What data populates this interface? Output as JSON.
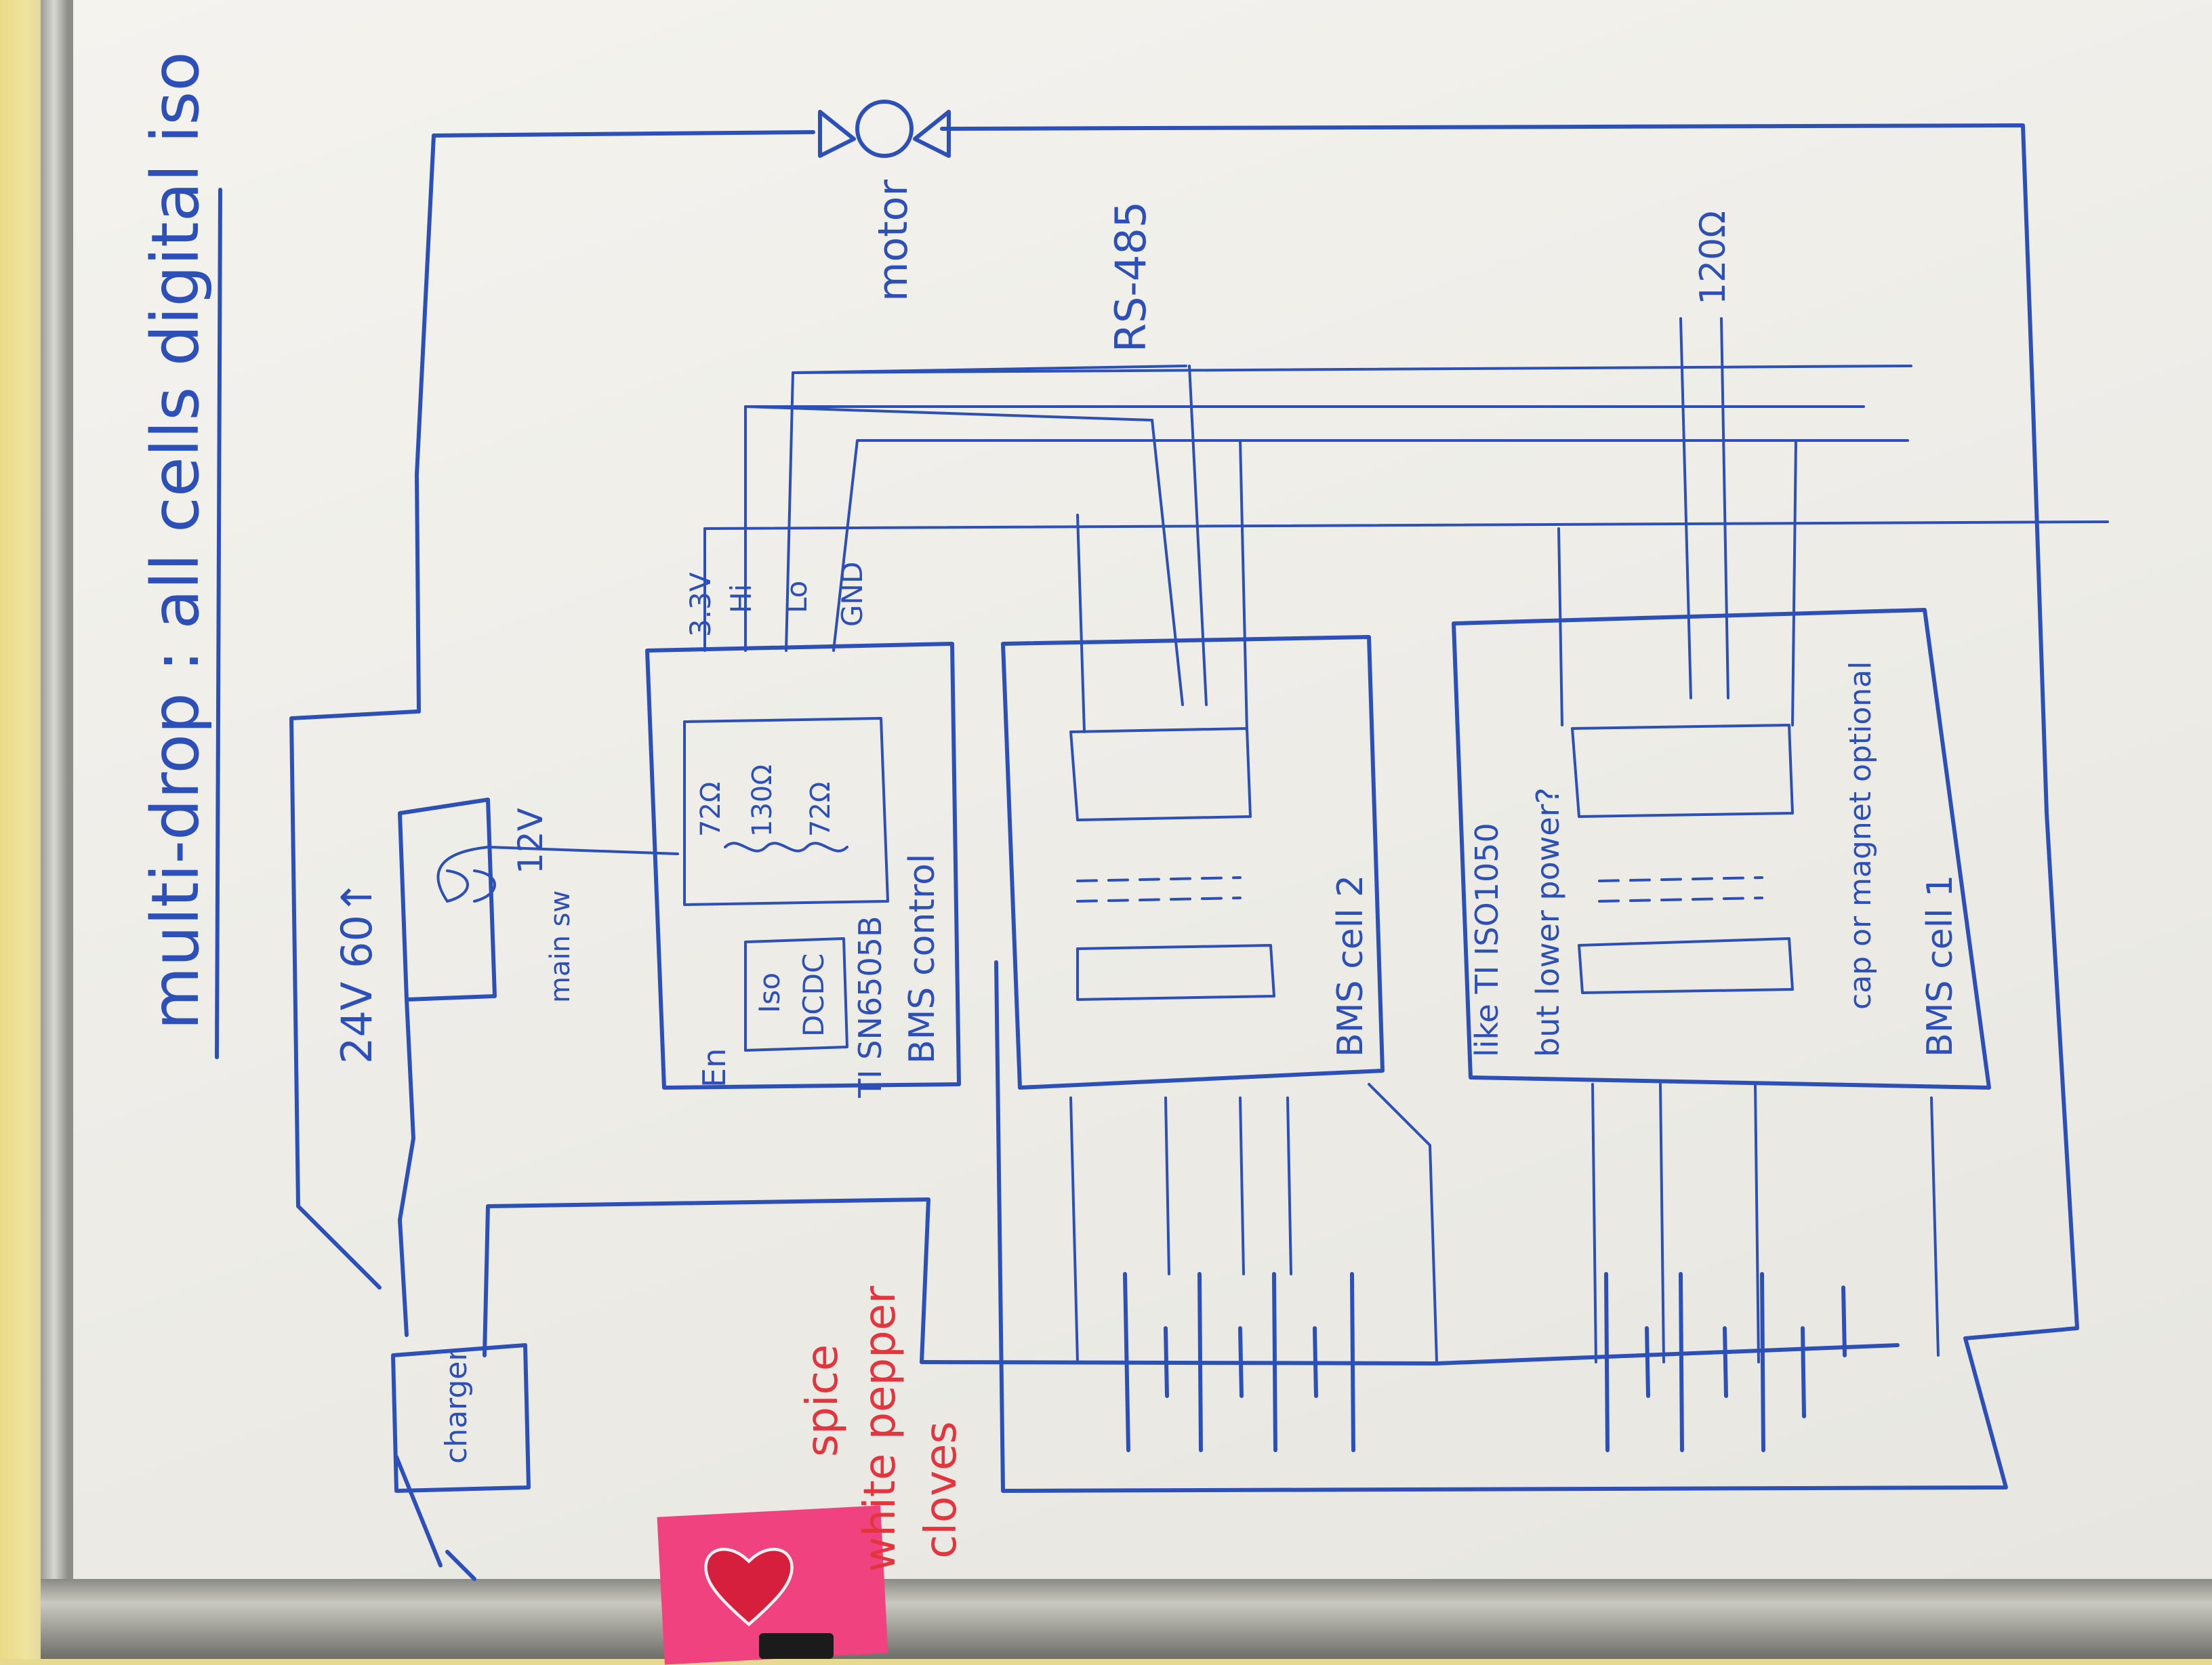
{
  "title": "multi-drop : all cells digital iso",
  "labels": {
    "motor": "motor",
    "rs485": "RS-485",
    "r120": "120Ω",
    "supply": "24V 60↑",
    "v12": "12V",
    "v33": "3.3V",
    "hi": "Hi",
    "lo": "Lo",
    "gnd": "GND",
    "r72a": "72Ω",
    "r130": "130Ω",
    "r72b": "72Ω",
    "main_sw": "main sw",
    "iso": "Iso",
    "dcdc": "DCDC",
    "en": "En",
    "ti_part": "TI SN6505B",
    "bms_control": "BMS control",
    "bms_cell2": "BMS cell 2",
    "bms_cell1": "BMS cell 1",
    "like_ti": "like TI ISO1050",
    "lower_power": "but lower power?",
    "cap_magnet": "cap or magnet optional",
    "charger": "charger"
  },
  "note": {
    "line1": "spice",
    "line2": "white pepper",
    "line3": "cloves"
  },
  "colors": {
    "ink": "#2d4fb8",
    "note_ink": "#e2353d",
    "note_paper": "#f0427f"
  }
}
